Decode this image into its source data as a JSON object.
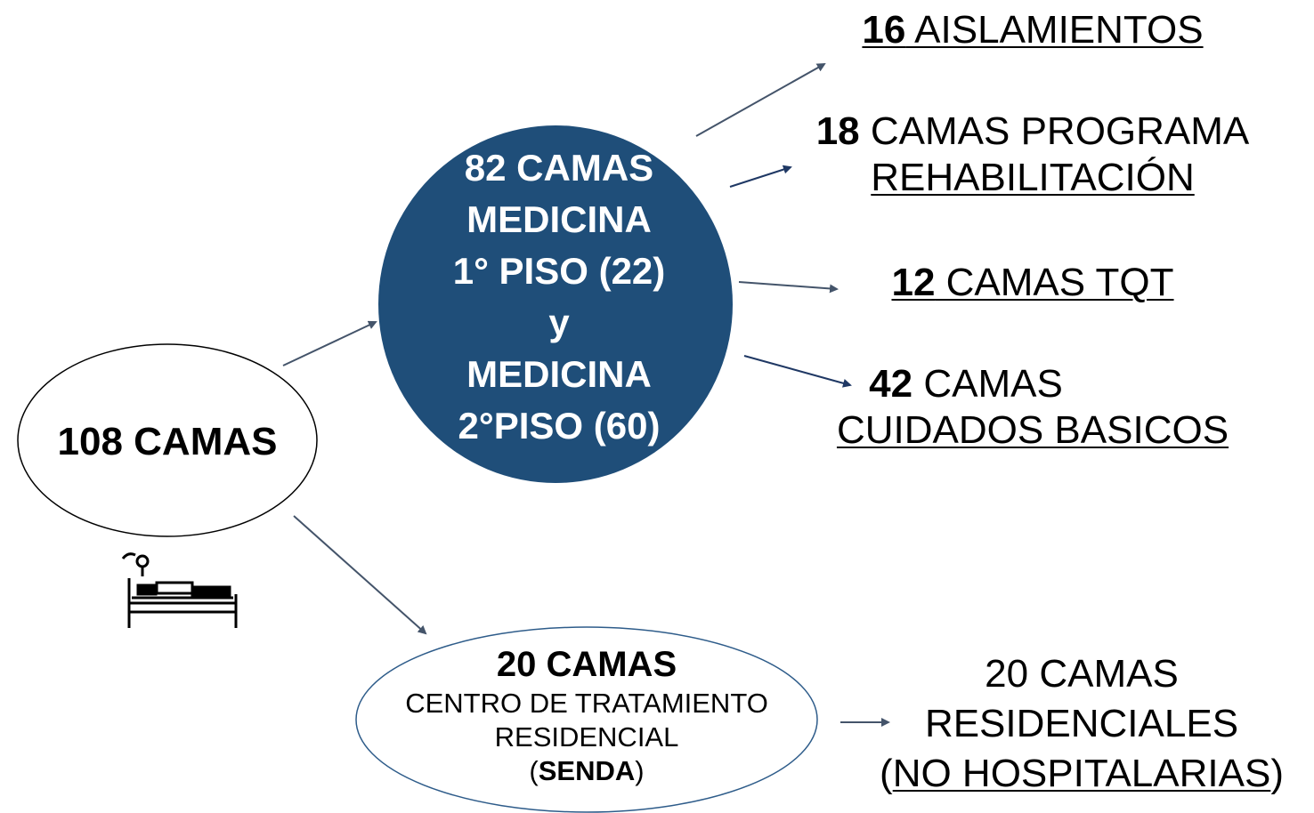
{
  "colors": {
    "navy": "#1f4e79",
    "arrow": "#44546a",
    "arrow_dark": "#1f3864",
    "outline_blue": "#2e5c8a"
  },
  "root": {
    "label": "108 CAMAS",
    "icon": "hospital-bed-icon"
  },
  "medicina": {
    "line1": "82 CAMAS",
    "line2": "MEDICINA",
    "line3": "1° PISO (22)",
    "line4": "y",
    "line5": "MEDICINA",
    "line6": "2°PISO (60)"
  },
  "senda": {
    "line1": "20 CAMAS",
    "line2": "CENTRO DE TRATAMIENTO",
    "line3": "RESIDENCIAL",
    "line4_open": "(",
    "line4_bold": "SENDA",
    "line4_close": ")"
  },
  "outputs": {
    "aislamientos": {
      "number": "16",
      "text": " AISLAMIENTOS"
    },
    "rehab": {
      "number": "18",
      "line1_text": " CAMAS PROGRAMA",
      "line2": "REHABILITACIÓN"
    },
    "tqt": {
      "number": "12",
      "text": " CAMAS TQT"
    },
    "basicos": {
      "number": "42",
      "line1_text": " CAMAS",
      "line2": "CUIDADOS BASICOS"
    },
    "residenciales": {
      "line1": "20 CAMAS",
      "line2": "RESIDENCIALES",
      "line3_open": "(",
      "line3_u": "NO HOSPITALARIAS",
      "line3_close": ")"
    }
  }
}
